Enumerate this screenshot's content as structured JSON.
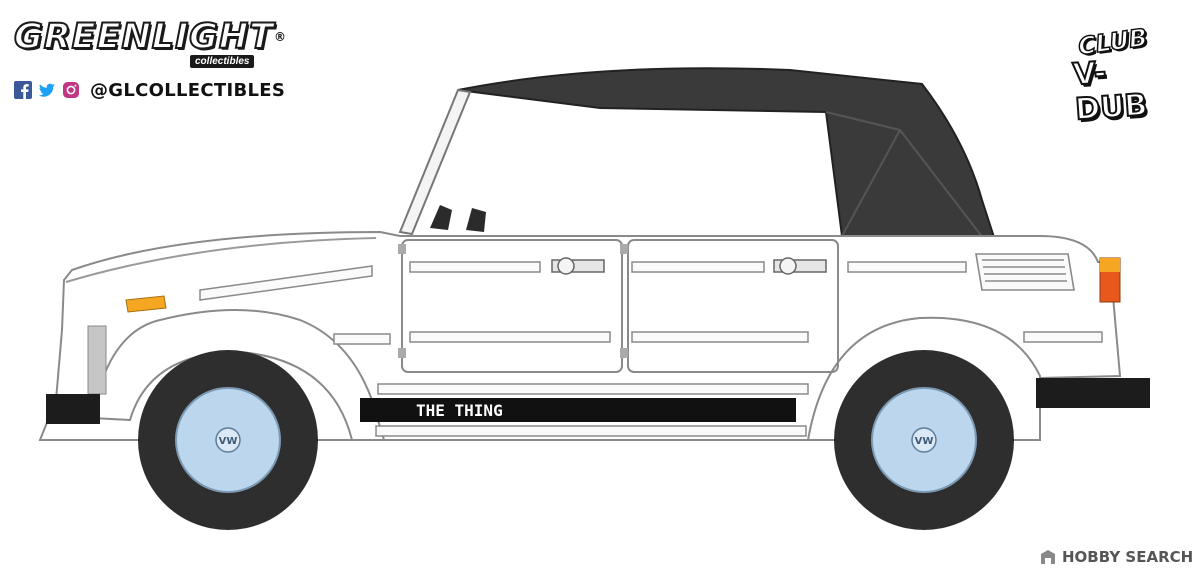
{
  "brand": {
    "logo_text": "GREENLIGHT",
    "logo_registered": "®",
    "logo_sub": "collectibles",
    "social_handle": "@GLCOLLECTIBLES",
    "social_icons": [
      "facebook-icon",
      "twitter-icon",
      "instagram-icon"
    ]
  },
  "series_logo": {
    "line1": "CLUB",
    "line2": "V-DUB"
  },
  "vehicle": {
    "side_stripe_text": "THE THING",
    "badge": "VW"
  },
  "watermark": {
    "text": "HOBBY SEARCH"
  },
  "colors": {
    "body": "#ffffff",
    "soft_top": "#3a3a3a",
    "tire": "#2e2e2e",
    "hubcap": "#bcd6ee",
    "stripe": "#111111",
    "indicator": "#f5a623",
    "taillight": "#e8571c",
    "facebook": "#3b5998",
    "twitter": "#1da1f2",
    "instagram": "#c13584"
  }
}
